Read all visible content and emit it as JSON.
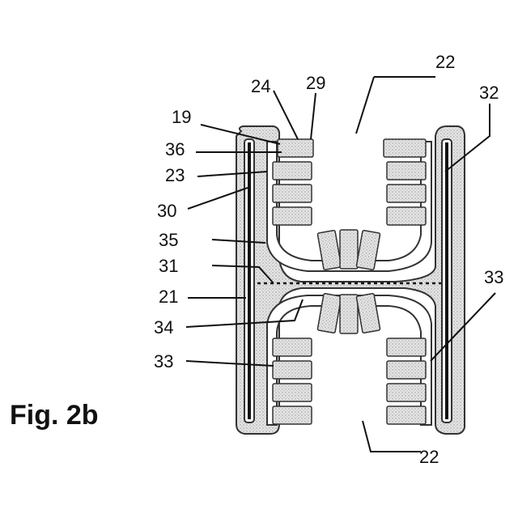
{
  "figure": {
    "caption": "Fig. 2b",
    "labels": {
      "l19": "19",
      "l21": "21",
      "l22_top": "22",
      "l22_bottom": "22",
      "l23": "23",
      "l24": "24",
      "l29": "29",
      "l30": "30",
      "l31": "31",
      "l32": "32",
      "l33_left": "33",
      "l33_right": "33",
      "l34": "34",
      "l35": "35",
      "l36": "36"
    }
  },
  "colors": {
    "ink": "#111111",
    "fill": "#dcdcdc",
    "outline": "#333333"
  }
}
